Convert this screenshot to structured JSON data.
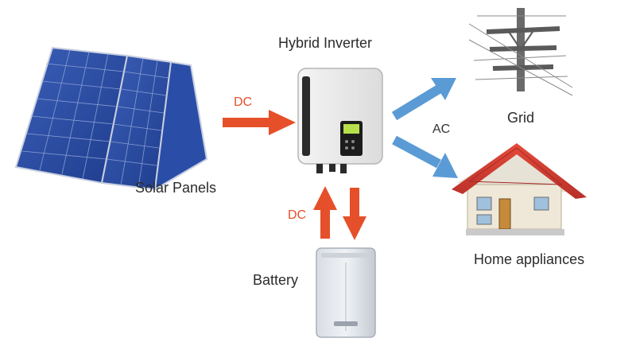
{
  "components": {
    "solar_panels": {
      "label": "Solar Panels"
    },
    "inverter": {
      "label": "Hybrid Inverter"
    },
    "grid": {
      "label": "Grid"
    },
    "home": {
      "label": "Home appliances"
    },
    "battery": {
      "label": "Battery"
    }
  },
  "flows": {
    "solar_to_inverter": "DC",
    "inverter_to_ac": "AC",
    "inverter_battery": "DC"
  },
  "colors": {
    "dc_arrow": "#e5502a",
    "ac_arrow": "#5b9bd5",
    "dc_text": "#e5502a",
    "ac_text": "#333333",
    "label_text": "#2b2b2b"
  }
}
